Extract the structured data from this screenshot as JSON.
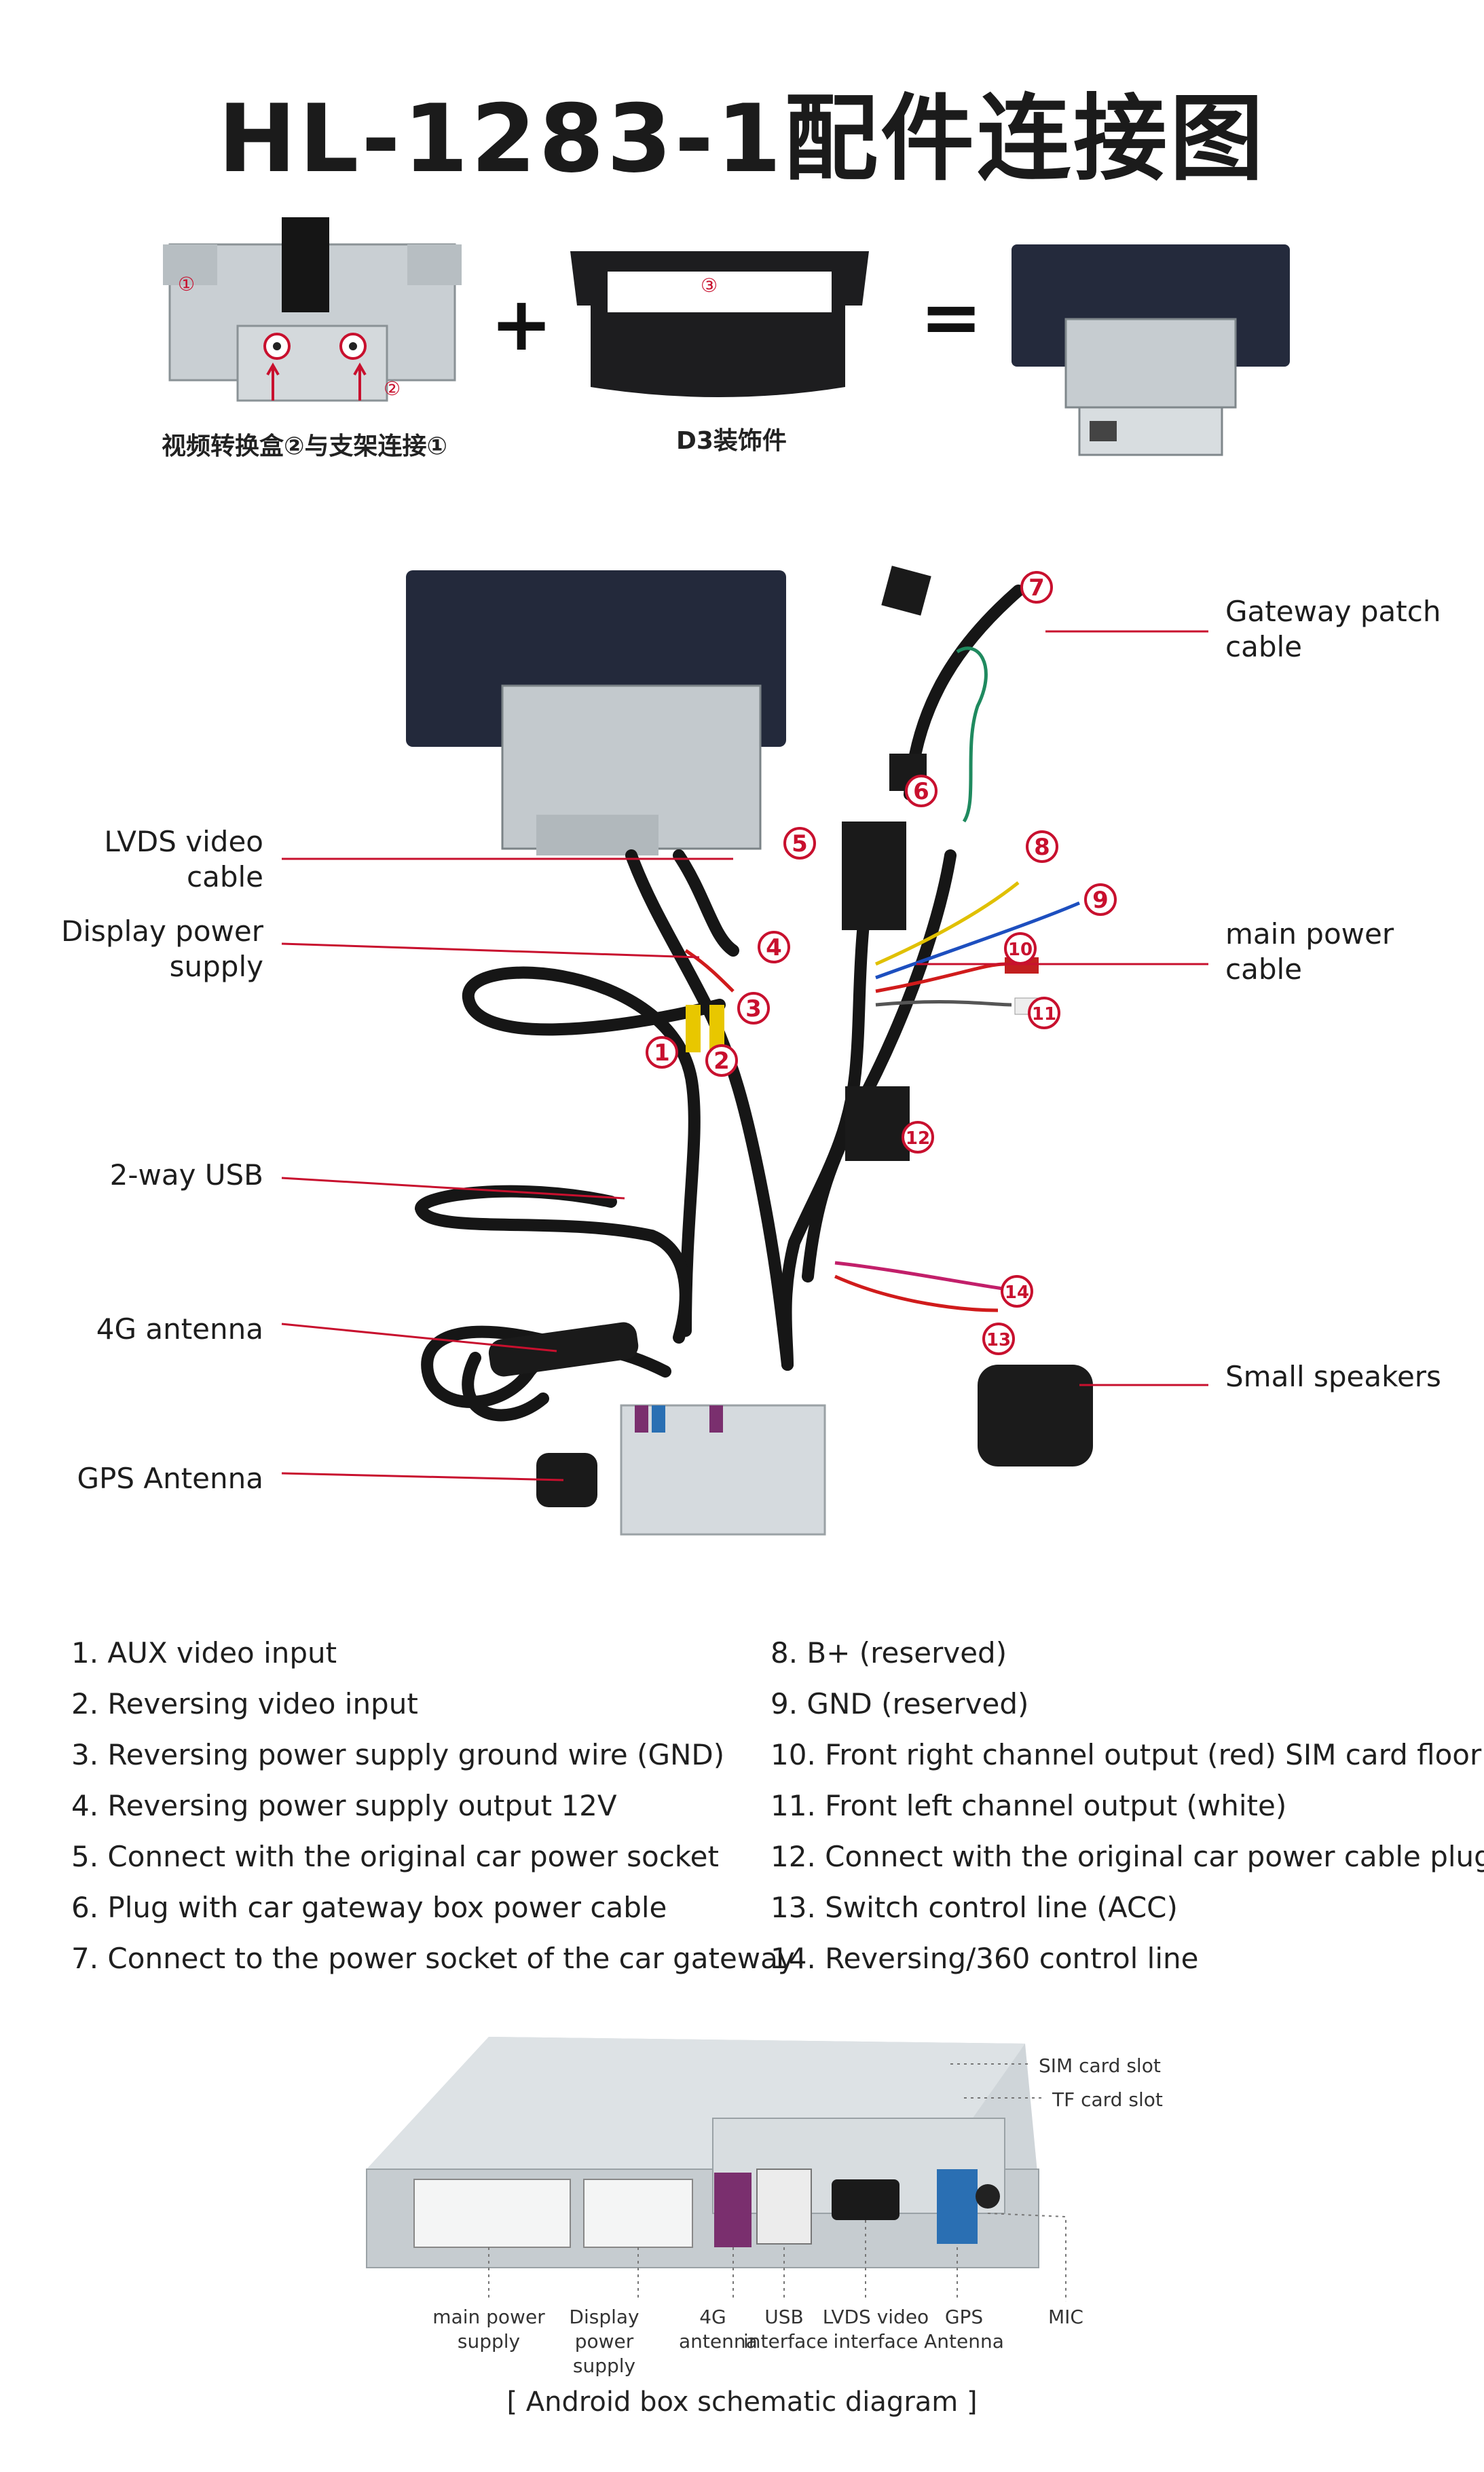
{
  "title": "HL-1283-1配件连接图",
  "top_row": {
    "plus": "+",
    "equals": "=",
    "bracket_caption": "视频转换盒②与支架连接①",
    "trim_caption": "D3装饰件",
    "marker_1": "①",
    "marker_2": "②",
    "marker_3": "③"
  },
  "callouts": {
    "gateway_patch_cable": [
      "Gateway patch",
      "cable"
    ],
    "lvds_video_cable": [
      "LVDS video",
      "cable"
    ],
    "display_power_supply": [
      "Display power",
      "supply"
    ],
    "main_power_cable": [
      "main power",
      "cable"
    ],
    "two_way_usb": "2-way USB",
    "antenna_4g": "4G antenna",
    "small_speakers": "Small speakers",
    "gps_antenna": "GPS Antenna"
  },
  "numbers": [
    "1",
    "2",
    "3",
    "4",
    "5",
    "6",
    "7",
    "8",
    "9",
    "10",
    "11",
    "12",
    "13",
    "14"
  ],
  "legend_left": [
    "1. AUX video input",
    "2. Reversing video input",
    "3. Reversing power supply ground wire (GND)",
    "4. Reversing power supply output 12V",
    "5. Connect with the original car power socket",
    "6. Plug with car gateway box power cable",
    "7. Connect to the power socket of the car gateway"
  ],
  "legend_right": [
    "8. B+ (reserved)",
    "9. GND (reserved)",
    "10. Front right channel output (red) SIM card floor",
    "11. Front left channel output (white)",
    "12.  Connect with the original car power cable plug",
    "13. Switch control line (ACC)",
    "14. Reversing/360 control line"
  ],
  "box_labels": {
    "sim_card_slot": "SIM card slot",
    "tf_card_slot": "TF card slot",
    "main_power_supply": [
      "main power",
      "supply"
    ],
    "display_power_supply": [
      "Display",
      "power supply"
    ],
    "antenna_4g": [
      "4G",
      "antenna"
    ],
    "usb_interface": [
      "USB",
      "interface"
    ],
    "lvds_video_interface": [
      "LVDS video",
      "interface"
    ],
    "gps_antenna": [
      "GPS",
      "Antenna"
    ],
    "mic": "MIC"
  },
  "box_caption": "[ Android box schematic diagram ]",
  "colors": {
    "callout_red": "#c8102e",
    "cable_black": "#161616",
    "box_grey": "#cfd5d9",
    "screen_dark": "#22283a",
    "fakra_purple": "#7a2f6e",
    "fakra_blue": "#2a6fb3"
  }
}
